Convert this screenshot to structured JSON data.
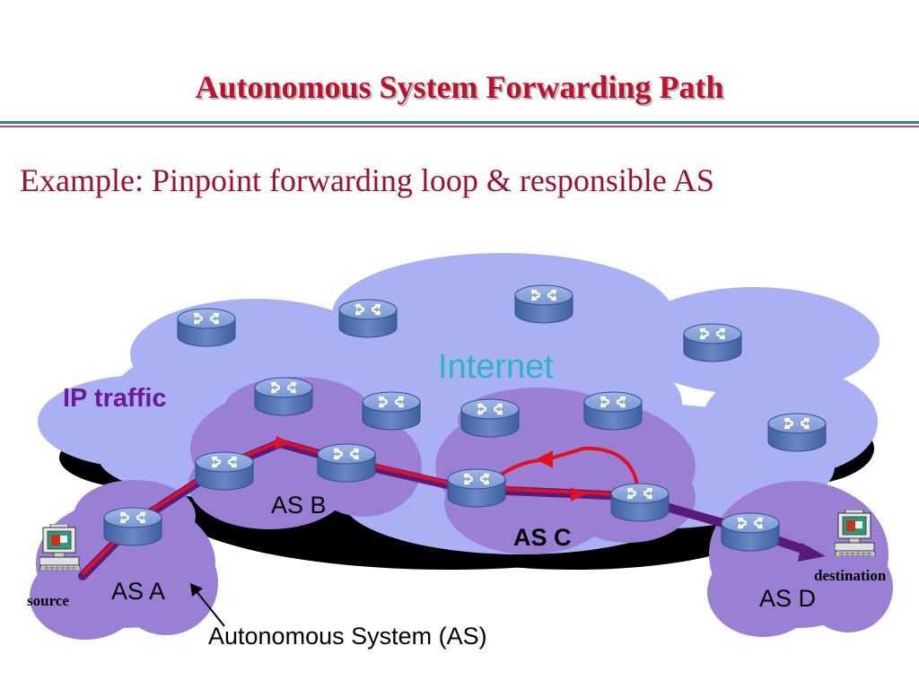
{
  "title": "Autonomous System Forwarding Path",
  "subtitle": "Example: Pinpoint forwarding loop & responsible AS",
  "labels": {
    "internet": "Internet",
    "ip_traffic": "IP traffic",
    "as_a": "AS A",
    "as_b": "AS B",
    "as_c": "AS C",
    "as_d": "AS D",
    "source": "source",
    "destination": "destination",
    "as_caption": "Autonomous System (AS)"
  },
  "colors": {
    "title": "#c0102a",
    "internet_cloud": "#aab0f4",
    "as_cloud": "#9b7fd4",
    "ip_traffic_path": "#e01020",
    "as_path": "#5a1a7a",
    "router": "#5f7fc0"
  },
  "icons": {
    "router": "router-icon",
    "host": "computer-icon"
  }
}
